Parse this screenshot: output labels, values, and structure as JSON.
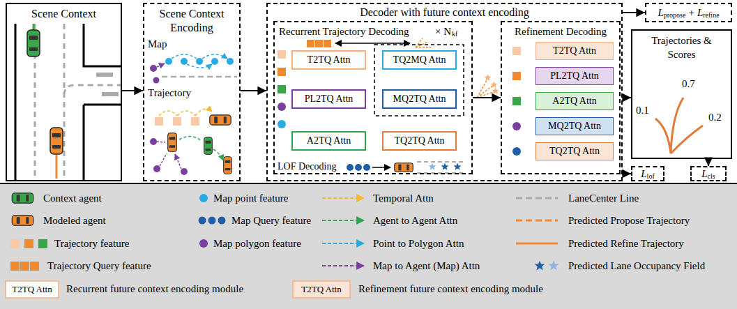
{
  "diagram": {
    "nodes": [
      {
        "text": [
          "Scene Context"
        ]
      },
      {
        "text": [
          "Scene Context Encoding"
        ]
      },
      {
        "text": [
          "Decoder with future context encoding"
        ]
      },
      {
        "text": [
          "Recurrent Trajectory Decoding"
        ],
        "in": 2
      },
      {
        "text": [
          "T2TQ Attn"
        ],
        "in": 3
      },
      {
        "text": [
          "TQ2MQ Attn"
        ],
        "in": 3
      },
      {
        "text": [
          "PL2TQ Attn"
        ],
        "in": 3
      },
      {
        "text": [
          "MQ2TQ Attn"
        ],
        "in": 3
      },
      {
        "text": [
          "A2TQ Attn"
        ],
        "in": 3
      },
      {
        "text": [
          "TQ2TQ Attn"
        ],
        "in": 3
      },
      {
        "text": [
          "Refinement Decoding"
        ],
        "in": 2
      },
      {
        "text": [
          "T2TQ Attn"
        ],
        "in": 10
      },
      {
        "text": [
          "PL2TQ Attn"
        ],
        "in": 10
      },
      {
        "text": [
          "A2TQ Attn"
        ],
        "in": 10
      },
      {
        "text": [
          "MQ2TQ Attn"
        ],
        "in": 10
      },
      {
        "text": [
          "TQ2TQ Attn"
        ],
        "in": 10
      },
      {
        "text": [
          "L",
          "propose",
          "+",
          "L",
          "refine"
        ]
      },
      {
        "text": [
          "Trajectories & Scores",
          "0.1",
          "0.7",
          "0.2"
        ]
      },
      {
        "text": [
          "L",
          "lof"
        ]
      },
      {
        "text": [
          "L",
          "cls"
        ]
      }
    ],
    "edges": [
      {
        "from": 0,
        "to": 1,
        "arrow": "to"
      },
      {
        "from": 1,
        "to": 2,
        "arrow": "to"
      },
      {
        "from": 3,
        "to": 10,
        "arrow": "to"
      },
      {
        "from": 2,
        "to": 16,
        "arrow": "to"
      },
      {
        "from": 2,
        "to": 17,
        "arrow": "to"
      },
      {
        "from": 17,
        "to": 19,
        "arrow": "to"
      },
      {
        "from": 2,
        "to": 18,
        "arrow": "to"
      }
    ],
    "labels": [
      "Map",
      "Trajectory",
      "× N",
      "kf",
      "LOF Decoding",
      "T2TQ Attn",
      "T2TQ Attn"
    ],
    "legend": [
      {
        "text": "Context agent"
      },
      {
        "text": "Map point feature"
      },
      {
        "text": "Temporal Attn"
      },
      {
        "text": "LaneCenter Line"
      },
      {
        "text": "Modeled agent"
      },
      {
        "text": "Map Query feature"
      },
      {
        "text": "Agent to Agent Attn"
      },
      {
        "text": "Predicted Propose Trajectory"
      },
      {
        "text": "Trajectory feature"
      },
      {
        "text": "Map polygon feature"
      },
      {
        "text": "Point to Polygon Attn"
      },
      {
        "text": "Predicted Refine Trajectory"
      },
      {
        "text": "Trajectory Query feature"
      },
      {
        "text": "Map to Agent (Map) Attn"
      },
      {
        "text": "Predicted Lane Occupancy Field"
      },
      {
        "text": "Recurrent future context encoding module"
      },
      {
        "text": "Refinement future context encoding module"
      }
    ]
  }
}
